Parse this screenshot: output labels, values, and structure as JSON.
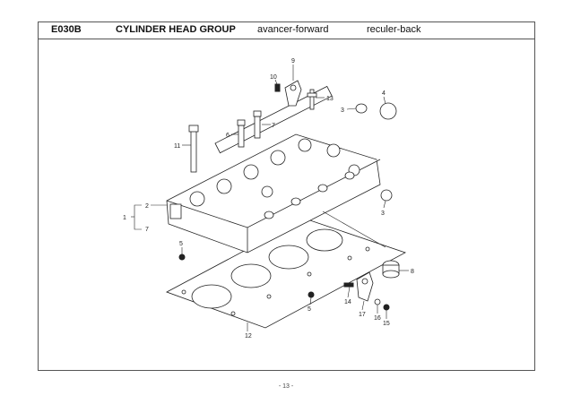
{
  "header": {
    "code": "E030B",
    "title": "CYLINDER HEAD GROUP",
    "forward": "avancer-forward",
    "back": "reculer-back"
  },
  "callouts": [
    "1",
    "2",
    "7",
    "3",
    "3",
    "4",
    "5",
    "5",
    "6",
    "7",
    "8",
    "9",
    "10",
    "11",
    "12",
    "13",
    "14",
    "15",
    "16",
    "17"
  ],
  "footer": {
    "page": "- 13 -"
  }
}
